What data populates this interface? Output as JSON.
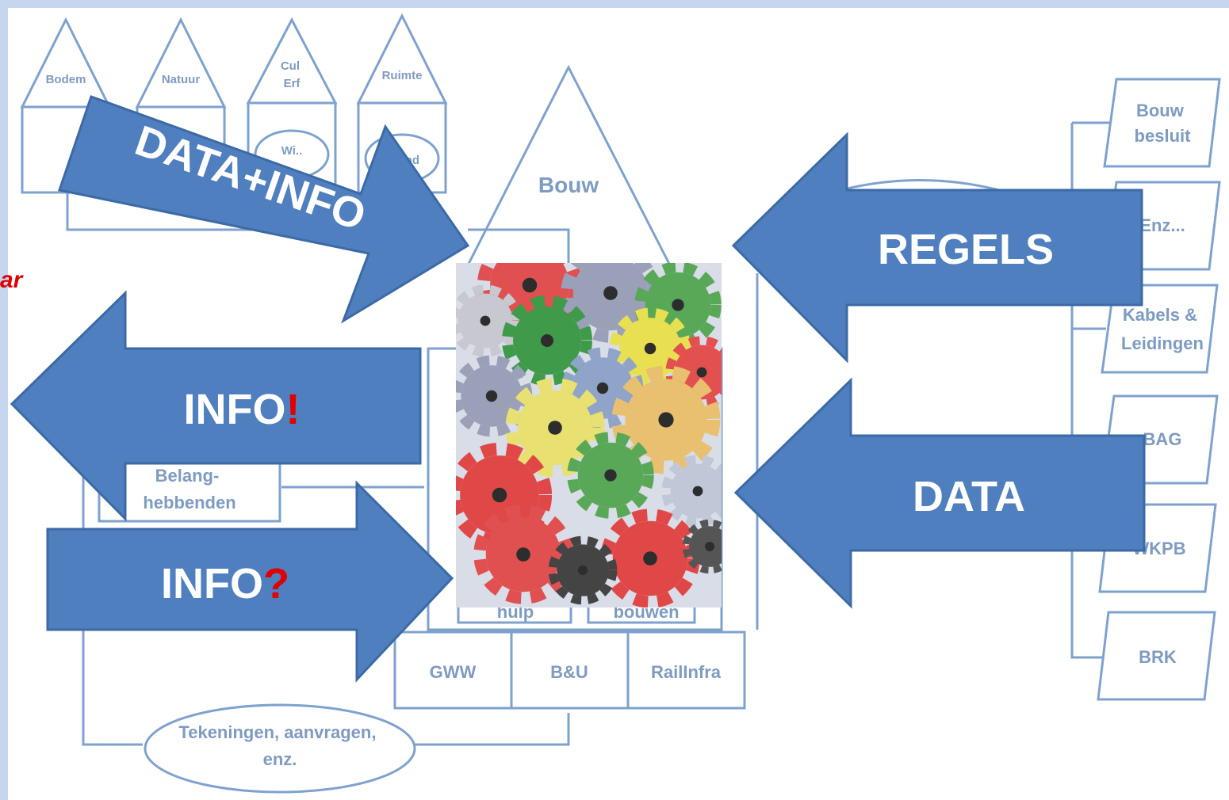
{
  "side_fragment": "ar",
  "houses": [
    "Bodem",
    "Natuur",
    "Cul\nErf",
    "Ruimte"
  ],
  "house_fragments": {
    "h3": "Wi..",
    "h4": "W...nd"
  },
  "bouw_label": "Bouw",
  "stakeholders": "Belang-\nhebbenden",
  "sub_boxes": {
    "left": "hulp",
    "right": "bouwen"
  },
  "bottom_boxes": [
    "GWW",
    "B&U",
    "RailInfra"
  ],
  "ellipse_label": "Tekeningen, aanvragen,\nenz.",
  "right_boxes": [
    "Bouw\nbesluit",
    "Enz...",
    "Kabels &\nLeidingen",
    "BAG",
    "WKPB",
    "BRK"
  ],
  "arrows": {
    "data_info": "DATA+INFO",
    "regels": "REGELS",
    "info_excl": {
      "text": "INFO",
      "mark": "!"
    },
    "data": "DATA",
    "info_q": {
      "text": "INFO",
      "mark": "?"
    }
  },
  "colors": {
    "accent": "#4f7fbf",
    "line": "#5b88c2",
    "mark": "#e00000",
    "frame": "#c7d6ef"
  }
}
